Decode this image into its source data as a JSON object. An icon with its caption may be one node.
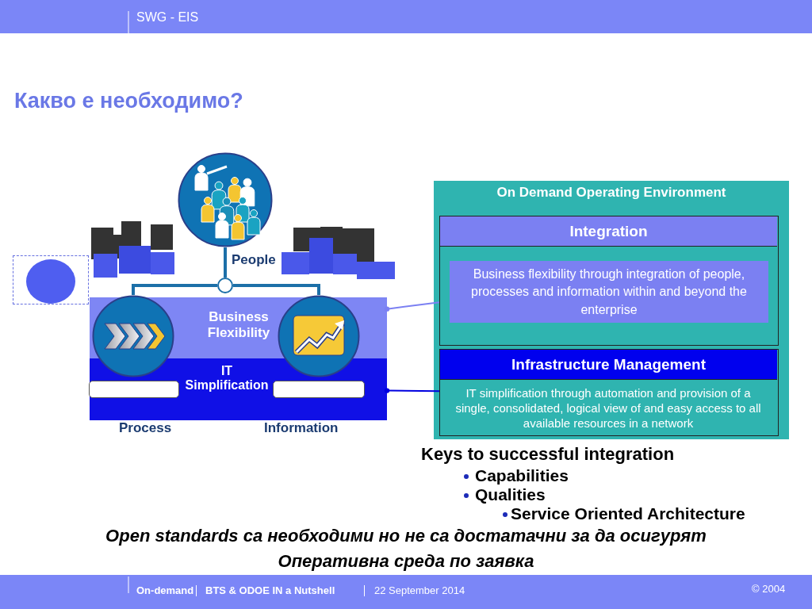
{
  "diagram": {
    "title": "Какво е необходимо?",
    "nodes": [
      {
        "text": [],
        "shape": "box"
      },
      {
        "text": [],
        "shape": "circle",
        "in": 0
      },
      {
        "text": [],
        "shape": "picture"
      },
      {
        "text": [],
        "shape": "picture"
      },
      {
        "text": [],
        "shape": "picture"
      },
      {
        "text": [],
        "shape": "circle"
      },
      {
        "text": [
          "Business Flexibility"
        ]
      },
      {
        "text": [
          "IT Simplification"
        ]
      },
      {
        "text": [
          "On Demand Operating Environment"
        ]
      },
      {
        "text": [
          "Integration"
        ],
        "in": 8
      },
      {
        "text": [
          "Business flexibility through integration of people, processes and information within and beyond the enterprise"
        ],
        "in": 9
      },
      {
        "text": [
          "Infrastructure Management",
          "IT simplification through automation and provision of a single, consolidated, logical view of and easy access to all available resources in a network"
        ],
        "in": 8
      }
    ],
    "edges": [
      {
        "from": 5,
        "to": 2,
        "arrow": "none"
      },
      {
        "from": 5,
        "to": 3,
        "arrow": "none"
      },
      {
        "from": 5,
        "to": 4,
        "arrow": "none"
      },
      {
        "from": 6,
        "to": 9,
        "arrow": "other",
        "color": "#7b80f2"
      },
      {
        "from": 7,
        "to": 11,
        "arrow": "other",
        "color": "#0000e0"
      }
    ],
    "labels": [
      "SWG - EIS",
      "People",
      "Process",
      "Information",
      "Keys to successful integration",
      "Capabilities",
      "Qualities",
      "Service Oriented Architecture",
      "Open standards са необходими но не са достатачни за да осигурят Оперативна среда по заявка",
      "On-demand",
      "BTS & ODOE IN  a Nutshell",
      "22 September 2014",
      "© 2004"
    ]
  }
}
